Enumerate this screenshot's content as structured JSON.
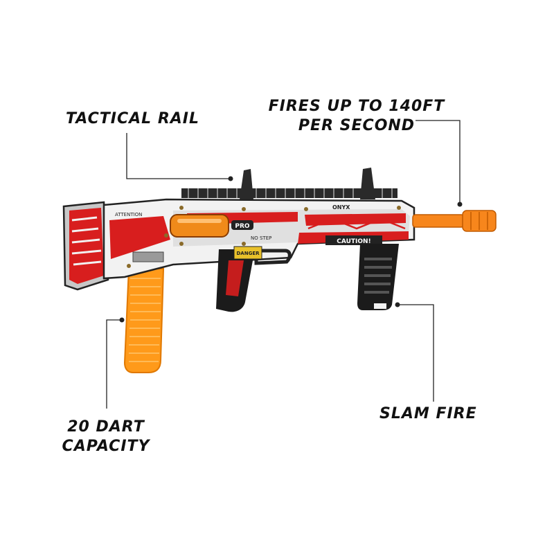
{
  "callouts": {
    "tactical_rail": "TACTICAL RAIL",
    "fps_line1": "FIRES UP TO 140FT",
    "fps_line2": "PER SECOND",
    "dart_line1": "20 DART",
    "dart_line2": "CAPACITY",
    "slam_fire": "SLAM FIRE"
  },
  "decals": {
    "attention": "ATTENTION",
    "pro": "PRO",
    "no_step": "NO STEP",
    "danger": "DANGER",
    "caution": "CAUTION!",
    "model": "ONYX"
  },
  "colors": {
    "primary_red": "#d81e1e",
    "dart_orange": "#ff9a1a",
    "barrel_orange": "#f7861c",
    "body_white": "#f2f2f2",
    "grip_black": "#1b1b1b",
    "leader_line": "#222222"
  }
}
